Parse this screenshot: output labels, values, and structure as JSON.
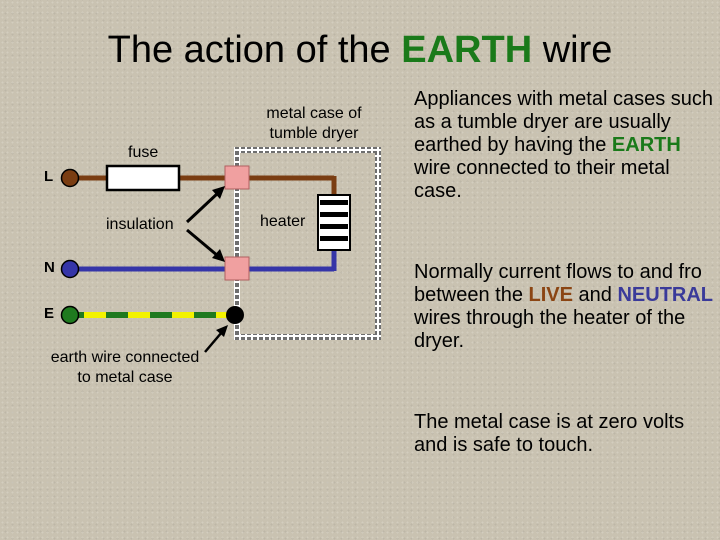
{
  "title": {
    "prefix": "The action of the ",
    "highlight": "EARTH",
    "suffix": " wire"
  },
  "diagram": {
    "labels": {
      "metal_case_line1": "metal case of",
      "metal_case_line2": "tumble dryer",
      "fuse": "fuse",
      "insulation": "insulation",
      "heater": "heater",
      "earth_connection_line1": "earth wire connected",
      "earth_connection_line2": "to metal case"
    },
    "terminals": {
      "live": "L",
      "neutral": "N",
      "earth": "E"
    },
    "colors": {
      "live_wire": "#7a3d12",
      "neutral_wire": "#3535a8",
      "earth_green": "#1f7a1f",
      "earth_yellow": "#f2f200",
      "insulation_block": "#f0a0a0",
      "live_terminal": "#7a3d12",
      "neutral_terminal": "#3535a8",
      "earth_terminal": "#1f7a1f"
    }
  },
  "text": {
    "p1": {
      "a": "Appliances with metal cases such as a tumble dryer are usually earthed by having the ",
      "earth": "EARTH",
      "b": " wire connected to their metal case."
    },
    "p2": {
      "a": "Normally current flows to and fro between the ",
      "live": "LIVE",
      "b": " and ",
      "neutral": "NEUTRAL",
      "c": " wires through the heater of the dryer."
    },
    "p3": "The metal case is at zero volts and is safe to touch."
  }
}
